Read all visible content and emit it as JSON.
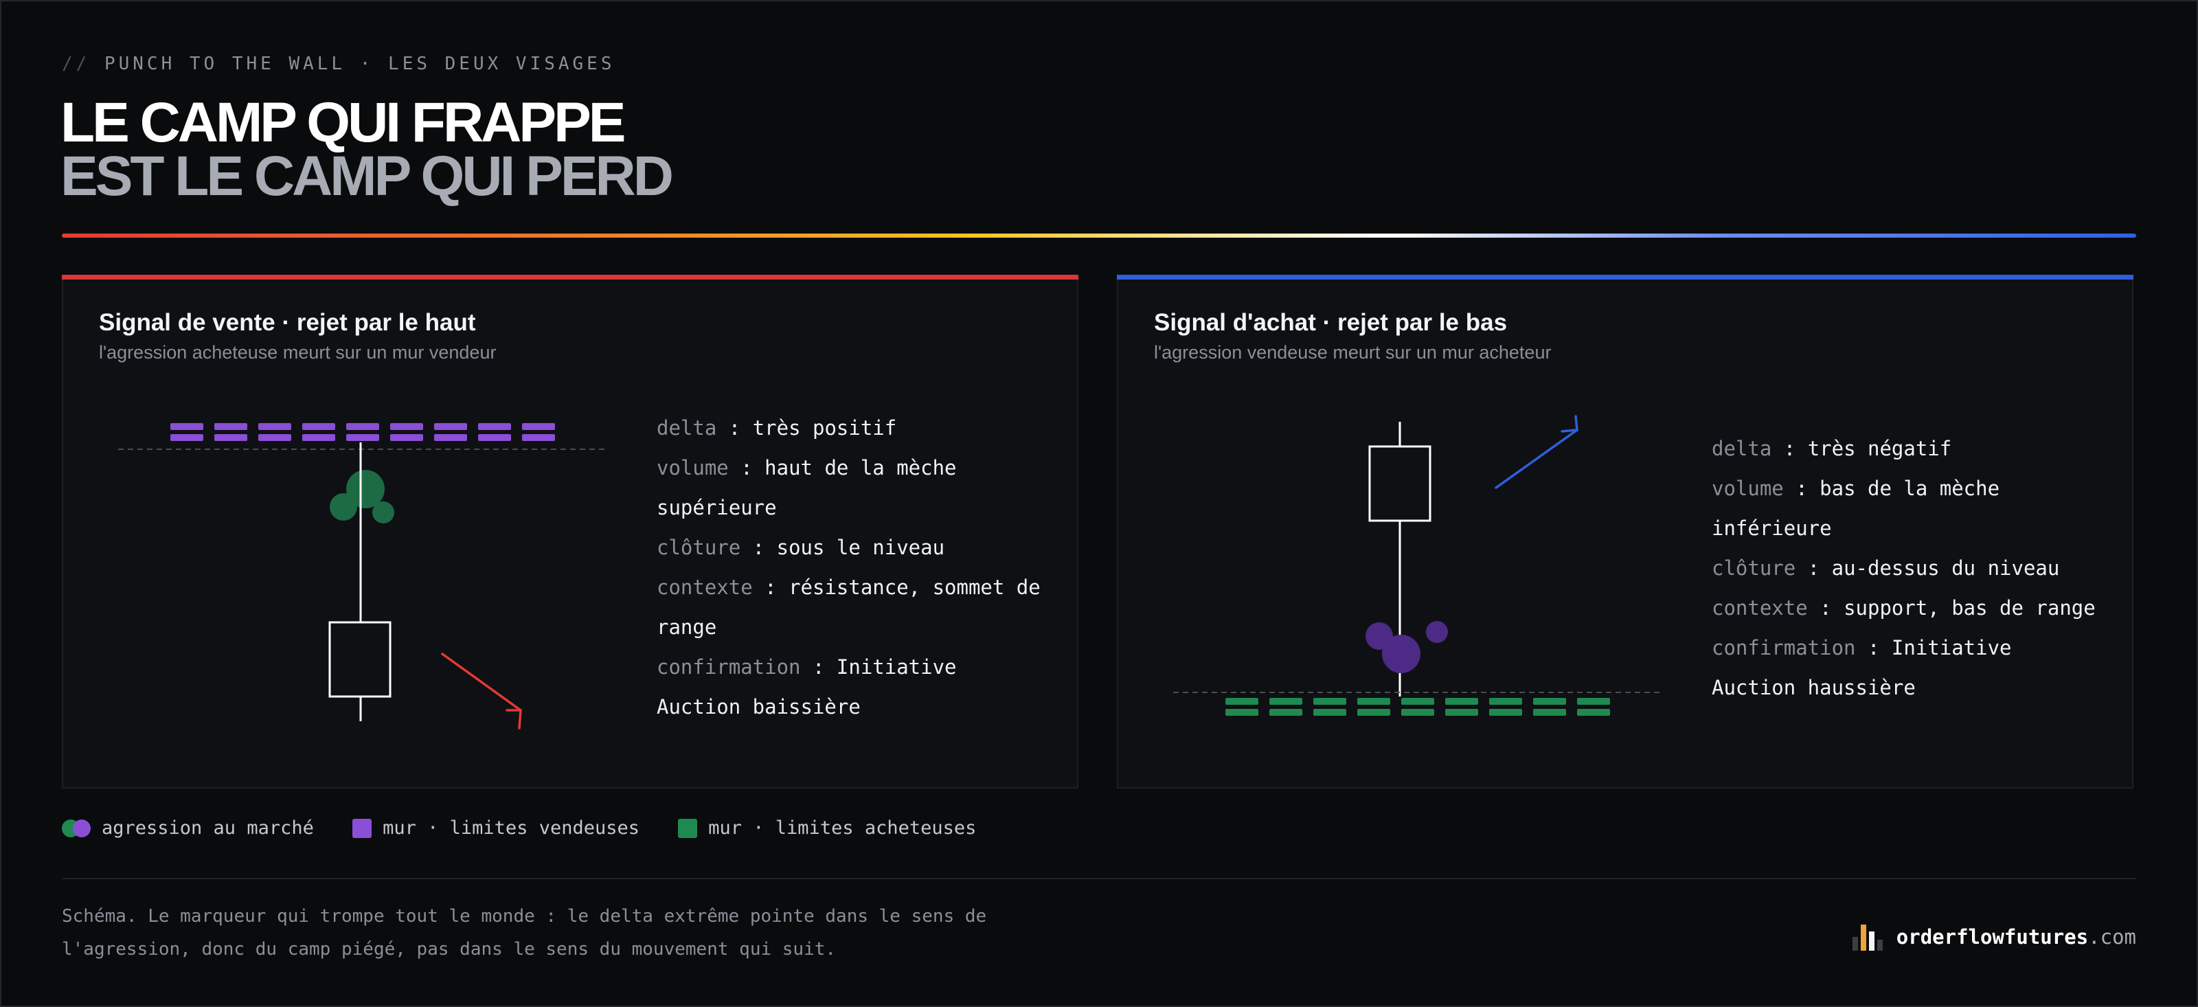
{
  "header": {
    "kicker_slashes": "//",
    "kicker": "PUNCH TO THE WALL · LES DEUX VISAGES",
    "title_line1": "LE CAMP QUI FRAPPE",
    "title_line2": "EST LE CAMP QUI PERD"
  },
  "colors": {
    "sell_accent": "#d93636",
    "buy_accent": "#2f5fe0",
    "aggression_green": "#1c6b44",
    "aggression_purple": "#4d2a85",
    "wall_sell": "#8a4fd6",
    "wall_buy": "#1e8a4f"
  },
  "panels": {
    "sell": {
      "title": "Signal de vente · rejet par le haut",
      "subtitle": "l'agression acheteuse meurt sur un mur vendeur",
      "specs": [
        {
          "key": "delta",
          "sep": " : ",
          "value": "très positif"
        },
        {
          "key": "volume",
          "sep": " : ",
          "value": "haut de la mèche supérieure"
        },
        {
          "key": "clôture",
          "sep": " : ",
          "value": "sous le niveau"
        },
        {
          "key": "contexte",
          "sep": " : ",
          "value": "résistance, sommet de range"
        },
        {
          "key": "confirmation",
          "sep": " : ",
          "value": "Initiative Auction baissière"
        }
      ]
    },
    "buy": {
      "title": "Signal d'achat · rejet par le bas",
      "subtitle": "l'agression vendeuse meurt sur un mur acheteur",
      "specs": [
        {
          "key": "delta",
          "sep": " : ",
          "value": "très négatif"
        },
        {
          "key": "volume",
          "sep": " : ",
          "value": "bas de la mèche inférieure"
        },
        {
          "key": "clôture",
          "sep": " : ",
          "value": "au-dessus du niveau"
        },
        {
          "key": "contexte",
          "sep": " : ",
          "value": "support, bas de range"
        },
        {
          "key": "confirmation",
          "sep": " : ",
          "value": "Initiative Auction haussière"
        }
      ]
    }
  },
  "legend": {
    "aggression": "agression au marché",
    "sell_wall": "mur · limites vendeuses",
    "buy_wall": "mur · limites acheteuses"
  },
  "footer": {
    "caption": "Schéma. Le marqueur qui trompe tout le monde : le delta extrême pointe dans le sens de l'agression, donc du camp piégé, pas dans le sens du mouvement qui suit.",
    "brand_name": "orderflowfutures",
    "brand_tld": ".com",
    "logo": "bar-chart-logo-icon"
  }
}
